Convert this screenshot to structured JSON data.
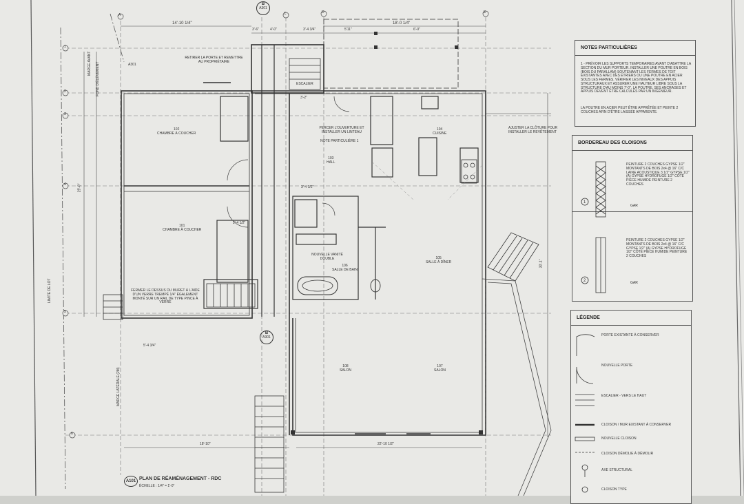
{
  "title": {
    "id": "A101",
    "name": "PLAN DE RÉAMÉNAGEMENT - RDC",
    "scale": "ÉCHELLE : 1/4\" = 1'-0\""
  },
  "rooms": [
    {
      "num": "102",
      "name": "CHAMBRE À COUCHER"
    },
    {
      "num": "101",
      "name": "CHAMBRE À COUCHER"
    },
    {
      "num": "103",
      "name": "HALL"
    },
    {
      "num": "104",
      "name": "CUISINE"
    },
    {
      "num": "105",
      "name": "SALLE À DÎNER"
    },
    {
      "num": "106",
      "name": "SALLE DE BAIN"
    },
    {
      "num": "108",
      "name": "SALON"
    },
    {
      "num": "107",
      "name": "SALON"
    },
    {
      "num": "",
      "name": "ESCALIER"
    }
  ],
  "dimensions": {
    "top_left": "14'-10 1/4\"",
    "top_right": "18'-0 1/4\"",
    "d1": "3'-6\"",
    "d2": "4'-0\"",
    "d3": "3'-4 3/4\"",
    "d4": "5'11\"",
    "d5": "6'-0\"",
    "d6": "3'-2\"",
    "d7": "3'-4 1/2\"",
    "d8": "2'-4 1/2\"",
    "d9": "5'-4 3/4\"",
    "bottom_left": "18'-10\"",
    "bottom_right": "22'-10 1/2\"",
    "right_total": "30'-1\"",
    "left_total": "29'-0\""
  },
  "grid": [
    "A",
    "B",
    "C",
    "D",
    "E"
  ],
  "grid_rows": [
    "1",
    "2",
    "3",
    "4",
    "5",
    "6"
  ],
  "section_markers": {
    "letter": "B",
    "sheet": "A301"
  },
  "annotations": {
    "porte": "RETIRER LA PORTE ET REMETTRE AU PROPRIÉTAIRE",
    "linteau": "PERCER L'OUVERTURE ET INSTALLER UN LINTEAU",
    "note_part": "NOTE PARTICULIÈRE 1",
    "cloture": "AJUSTER LA CLÔTURE POUR INSTALLER LE REVÊTEMENT",
    "vanite": "NOUVELLE VANITÉ DOUBLE",
    "fermer": "FERMER LE DESSUS DU MURET À L'AIDE D'UN VERRE TREMPÉ 1/4\" ÉGALEMENT MONTÉ SUR UN RAIL DE TYPE PINCE À VERRE",
    "limite": "LIMITE DE LOT",
    "marge": "MARGE LATÉRALE (2M)",
    "marge_haut": "MARGE AVANT",
    "reculement": "FOND D'ÉLÉVEMENT"
  },
  "notes": {
    "header": "NOTES PARTICULIÈRES",
    "body": "1 - PRÉVOIR LES SUPPORTS TEMPORAIRES AVANT D'ABATTRE LA SECTION DU MUR PORTEUR. INSTALLER UNE POUTRE EN BOIS (BOIS DU PARALLAM) SOUTENANT LES FERMES DE TOIT EXISTANTES AVEC DES ÉTRIERS OU UNE POUTRE EN ACIER SOUS LES FERMES. VÉRIFIER LES NIVEAUX DES APPUIS STRUCTURAUX ET ASSURER UNE HAUTEUR LIBRE SOUS LA STRUCTURE D'AU MOINS 7'-0\". LA POUTRE, SES ANCRAGES ET APPUIS DEVENT ÊTRE CALCULÉS PAR UN INGÉNIEUR.",
    "body2": "LA POUTRE EN ACIER PEUT ÊTRE APPRÊTÉE ET PEINTE 2 COUCHES AFIN D'ÊTRE LAISSÉE APPARENTE."
  },
  "cloisons": {
    "header": "BORDEREAU DES CLOISONS",
    "items": [
      {
        "num": "1",
        "text": "PEINTURE 2 COUCHES GYPSE 1/2\" MONTANTS DE BOIS 2x4 @ 16\" C/C LAINE ACOUSTIQUE 3 1/2\" GYPSE 1/2\" (A) GYPSE HYDROFUGE 1/2\" CÔTÉ PIÈCE HUMIDE PEINTURE 2 COUCHES",
        "type": "GAR"
      },
      {
        "num": "2",
        "text": "PEINTURE 2 COUCHES GYPSE 1/2\" MONTANTS DE BOIS 2x4 @ 16\" C/C GYPSE 1/2\" (A) GYPSE HYDROFUGE 1/2\" CÔTÉ PIÈCE HUMIDE PEINTURE 2 COUCHES",
        "type": "GAR"
      }
    ]
  },
  "legend": {
    "header": "LÉGENDE",
    "items": [
      "PORTE EXISTANTE À CONSERVER",
      "NOUVELLE PORTE",
      "ESCALIER - VERS LE HAUT",
      "CLOISON / MUR EXISTANT À CONSERVER",
      "NOUVELLE CLOISON",
      "CLOISON DÉMOLIE À DÉMOLIR",
      "AXE STRUCTURAL",
      "CLOISON TYPE"
    ]
  },
  "colors": {
    "paper": "#e9e9e6",
    "line": "#3a3a3a",
    "surround": "#cfd0cc"
  }
}
